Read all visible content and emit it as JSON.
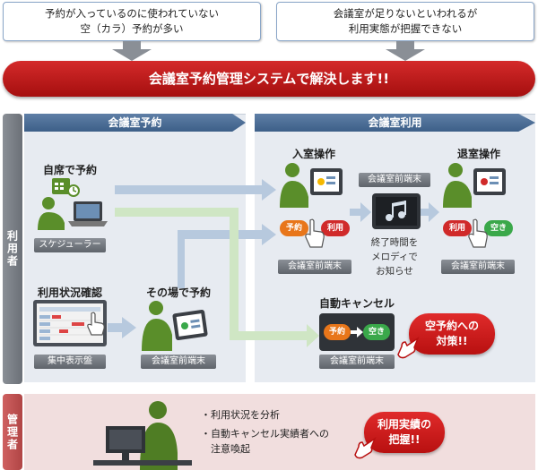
{
  "problems": {
    "left": [
      "予約が入っているのに使われていない",
      "空（カラ）予約が多い"
    ],
    "right": [
      "会議室が足りないといわれるが",
      "利用実態が把握できない"
    ]
  },
  "banner": "会議室予約管理システムで解決します!!",
  "side_tabs": {
    "user": "利用者",
    "admin": "管理者"
  },
  "sections": {
    "reservation": "会議室予約",
    "usage": "会議室利用"
  },
  "desk": {
    "title": "自席で予約",
    "label": "スケジューラー"
  },
  "status": {
    "title": "利用状況確認",
    "label": "集中表示盤"
  },
  "onsite": {
    "title": "その場で予約",
    "label": "会議室前端末"
  },
  "checkin": {
    "title": "入室操作",
    "from": "予約",
    "to": "利用",
    "label": "会議室前端末"
  },
  "middle": {
    "label": "会議室前端末",
    "note": [
      "終了時間を",
      "メロディで",
      "お知らせ"
    ]
  },
  "checkout": {
    "title": "退室操作",
    "from": "利用",
    "to": "空き",
    "label": "会議室前端末"
  },
  "auto_cancel": {
    "title": "自動キャンセル",
    "from": "予約",
    "to": "空き",
    "label": "会議室前端末"
  },
  "callout_cancel": [
    "空予約への",
    "対策!!"
  ],
  "admin": {
    "bullets": [
      "・利用状況を分析",
      "・自動キャンセル実績者への",
      "　注意喚起"
    ],
    "callout": [
      "利用実績の",
      "把握!!"
    ]
  },
  "colors": {
    "accent_red": "#c81a1a",
    "section_blue": "#4a6d96",
    "user_tab": "#7b7f86",
    "admin_tab": "#c05050",
    "person_green": "#5a8e2a",
    "pill_reserve": "#e8761a",
    "pill_use": "#d02a2a",
    "pill_vacant": "#3aa84a"
  }
}
